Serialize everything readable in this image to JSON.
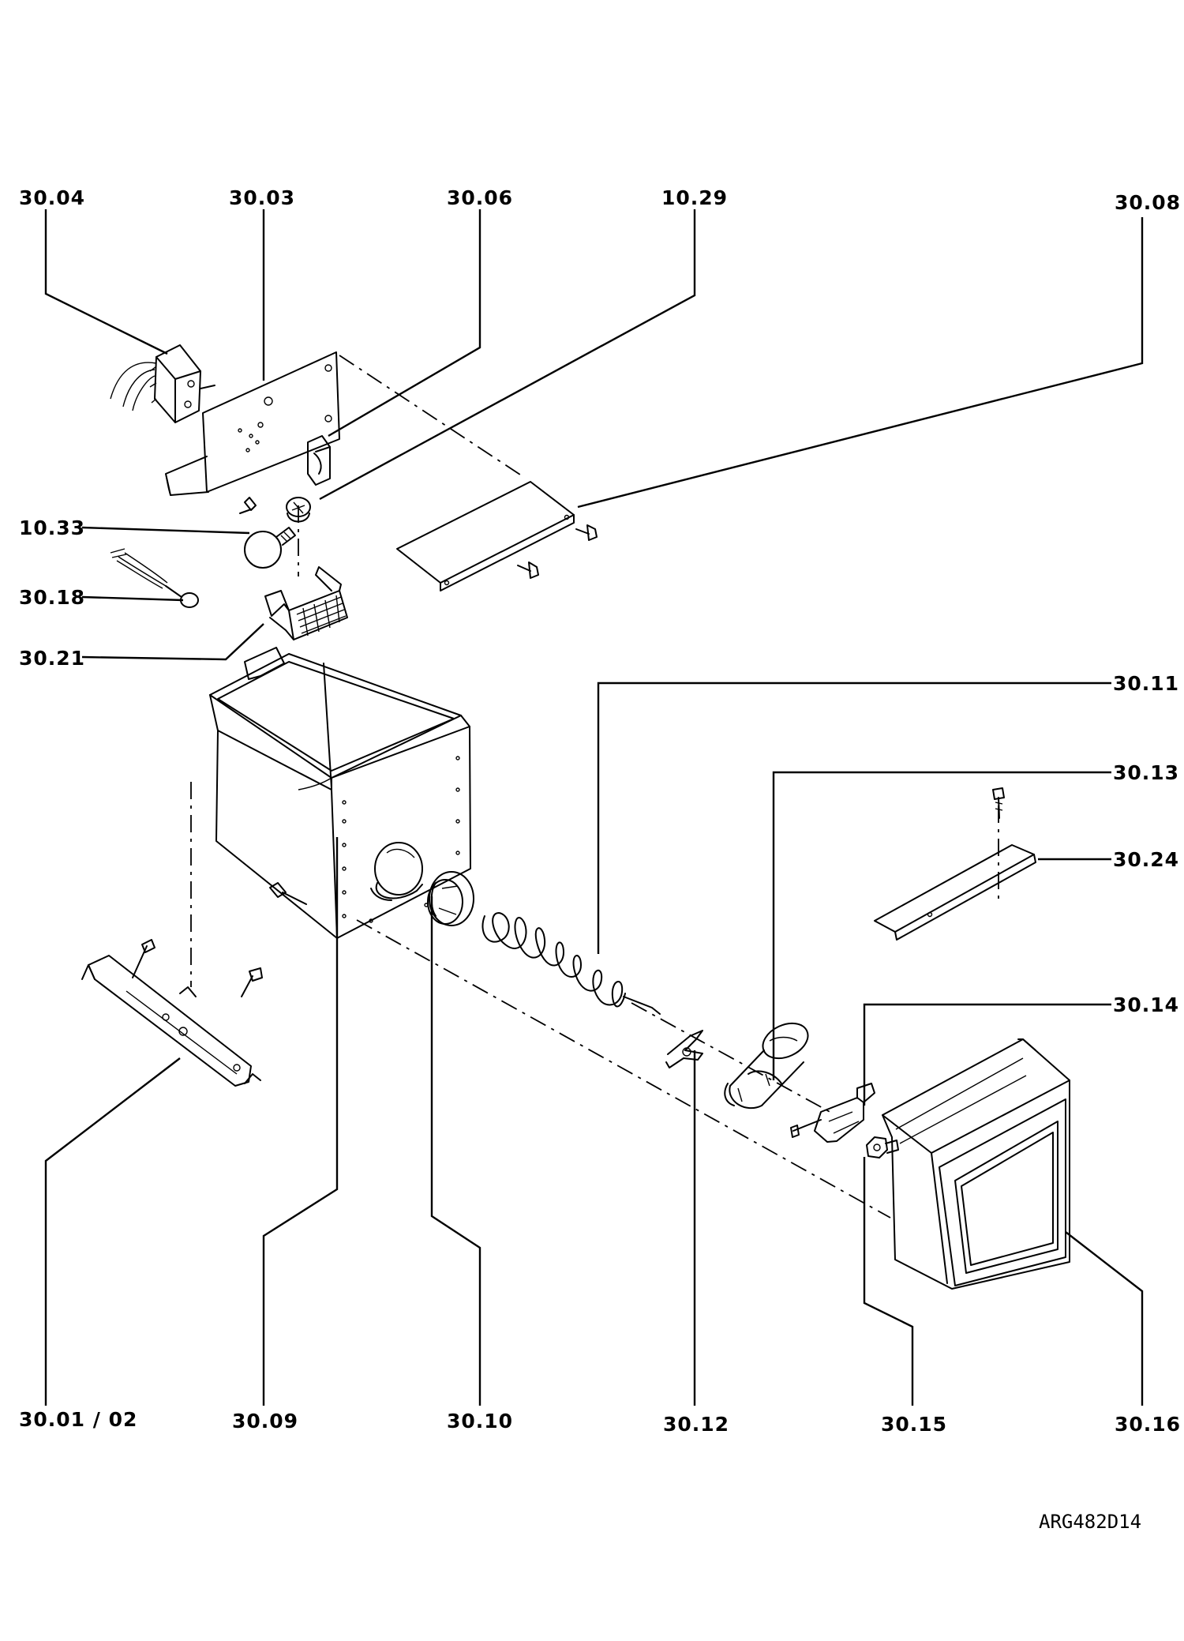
{
  "labels": {
    "p3004": "30.04",
    "p3003": "30.03",
    "p3006": "30.06",
    "p1029": "10.29",
    "p3008": "30.08",
    "p1033": "10.33",
    "p3018": "30.18",
    "p3021": "30.21",
    "p3011": "30.11",
    "p3013": "30.13",
    "p3024": "30.24",
    "p3014": "30.14",
    "p300102": "30.01 / 02",
    "p3009": "30.09",
    "p3010": "30.10",
    "p3012": "30.12",
    "p3015": "30.15",
    "p3016": "30.16"
  },
  "reference_code": "ARG482D14"
}
